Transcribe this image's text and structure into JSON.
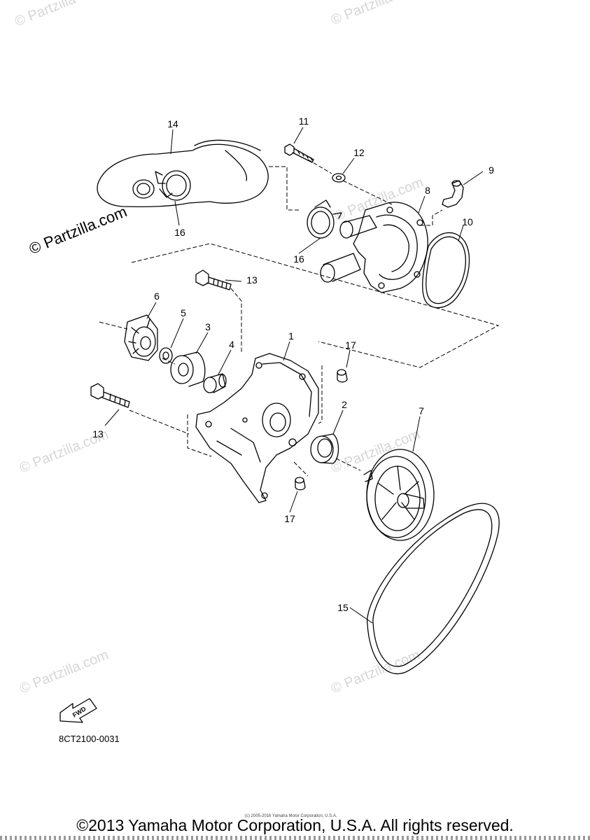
{
  "watermark": {
    "text": "© Partzilla.com",
    "side_text": "© Partzilla.com",
    "corner_fragment": "© Partzilla"
  },
  "callouts": [
    {
      "id": "1",
      "label": "1"
    },
    {
      "id": "2",
      "label": "2"
    },
    {
      "id": "3",
      "label": "3"
    },
    {
      "id": "4",
      "label": "4"
    },
    {
      "id": "5",
      "label": "5"
    },
    {
      "id": "6",
      "label": "6"
    },
    {
      "id": "7",
      "label": "7"
    },
    {
      "id": "8",
      "label": "8"
    },
    {
      "id": "9",
      "label": "9"
    },
    {
      "id": "10",
      "label": "10"
    },
    {
      "id": "11",
      "label": "11"
    },
    {
      "id": "12",
      "label": "12"
    },
    {
      "id": "13a",
      "label": "13"
    },
    {
      "id": "13b",
      "label": "13"
    },
    {
      "id": "14",
      "label": "14"
    },
    {
      "id": "15",
      "label": "15"
    },
    {
      "id": "16a",
      "label": "16"
    },
    {
      "id": "16b",
      "label": "16"
    },
    {
      "id": "17a",
      "label": "17"
    },
    {
      "id": "17b",
      "label": "17"
    }
  ],
  "front_arrow": {
    "label": "FWD"
  },
  "diagram_code": "8CT2100-0031",
  "tiny_copyright": "(c) 2005-2016 Yamaha Motor Corporation, U.S.A.",
  "copyright": "©2013 Yamaha Motor Corporation, U.S.A. All rights reserved.",
  "colors": {
    "line": "#000000",
    "watermark": "#d6d6d6",
    "background": "#ffffff"
  }
}
